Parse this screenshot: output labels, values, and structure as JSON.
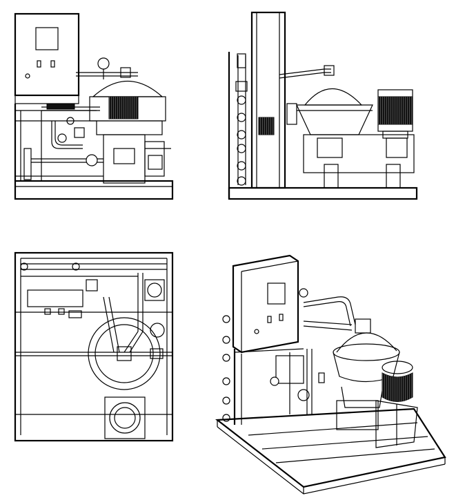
{
  "drawing": {
    "views": [
      {
        "id": "front-elevation",
        "caption": ""
      },
      {
        "id": "side-elevation",
        "caption": ""
      },
      {
        "id": "plan-view",
        "caption": ""
      },
      {
        "id": "isometric-view",
        "caption": ""
      }
    ],
    "line_color": "#000000",
    "motor_fill": "#111111",
    "background": "#ffffff"
  }
}
